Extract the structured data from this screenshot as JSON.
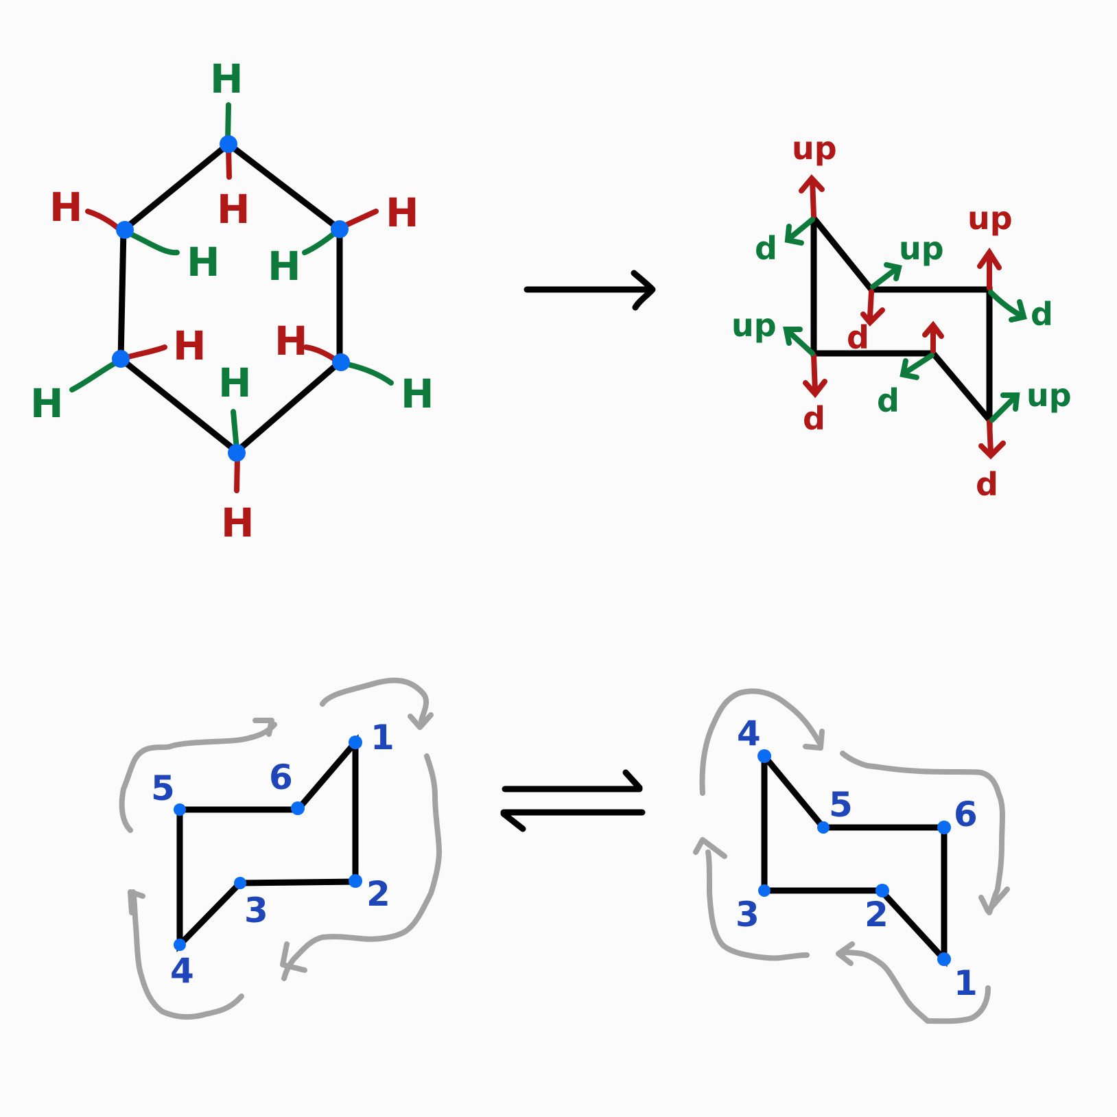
{
  "hexagon": {
    "h_label": "H",
    "atoms": 6
  },
  "chair_labels": {
    "up": "up",
    "down": "d"
  },
  "chair_left_numbers": [
    "1",
    "2",
    "3",
    "4",
    "5",
    "6"
  ],
  "chair_right_numbers": [
    "1",
    "2",
    "3",
    "4",
    "5",
    "6"
  ],
  "colors": {
    "axial_red": "#b01717",
    "equatorial_green": "#0d7a3c",
    "atom_blue": "#0a6cf2",
    "number_blue": "#1f46b8",
    "flip_arrow_gray": "#a2a2a2",
    "bond_black": "#000000"
  }
}
